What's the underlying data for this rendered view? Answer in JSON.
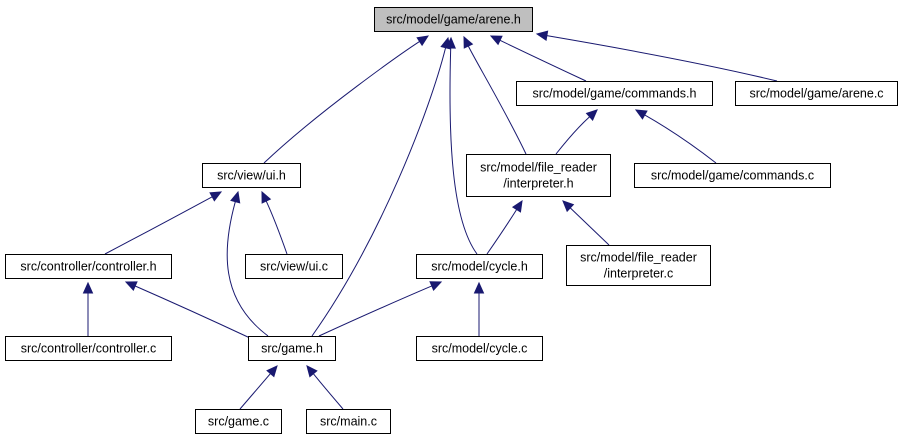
{
  "colors": {
    "edge": "#191970",
    "root_fill": "#bfbfbf",
    "node_fill": "#ffffff",
    "border": "#000000"
  },
  "nodes": [
    {
      "id": "arene_h",
      "lines": [
        "src/model/game/arene.h"
      ],
      "root": true
    },
    {
      "id": "commands_h",
      "lines": [
        "src/model/game/commands.h"
      ]
    },
    {
      "id": "arene_c",
      "lines": [
        "src/model/game/arene.c"
      ]
    },
    {
      "id": "ui_h",
      "lines": [
        "src/view/ui.h"
      ]
    },
    {
      "id": "interpreter_h",
      "lines": [
        "src/model/file_reader",
        "/interpreter.h"
      ]
    },
    {
      "id": "commands_c",
      "lines": [
        "src/model/game/commands.c"
      ]
    },
    {
      "id": "controller_h",
      "lines": [
        "src/controller/controller.h"
      ]
    },
    {
      "id": "ui_c",
      "lines": [
        "src/view/ui.c"
      ]
    },
    {
      "id": "cycle_h",
      "lines": [
        "src/model/cycle.h"
      ]
    },
    {
      "id": "interpreter_c",
      "lines": [
        "src/model/file_reader",
        "/interpreter.c"
      ]
    },
    {
      "id": "controller_c",
      "lines": [
        "src/controller/controller.c"
      ]
    },
    {
      "id": "game_h",
      "lines": [
        "src/game.h"
      ]
    },
    {
      "id": "cycle_c",
      "lines": [
        "src/model/cycle.c"
      ]
    },
    {
      "id": "game_c",
      "lines": [
        "src/game.c"
      ]
    },
    {
      "id": "main_c",
      "lines": [
        "src/main.c"
      ]
    }
  ],
  "edges": [
    {
      "from": "commands_h",
      "to": "arene_h"
    },
    {
      "from": "arene_c",
      "to": "arene_h"
    },
    {
      "from": "ui_h",
      "to": "arene_h"
    },
    {
      "from": "game_h",
      "to": "arene_h"
    },
    {
      "from": "cycle_h",
      "to": "arene_h"
    },
    {
      "from": "interpreter_h",
      "to": "arene_h"
    },
    {
      "from": "interpreter_h",
      "to": "commands_h"
    },
    {
      "from": "commands_c",
      "to": "commands_h"
    },
    {
      "from": "controller_h",
      "to": "ui_h"
    },
    {
      "from": "ui_c",
      "to": "ui_h"
    },
    {
      "from": "game_h",
      "to": "ui_h"
    },
    {
      "from": "cycle_h",
      "to": "interpreter_h"
    },
    {
      "from": "interpreter_c",
      "to": "interpreter_h"
    },
    {
      "from": "controller_c",
      "to": "controller_h"
    },
    {
      "from": "game_h",
      "to": "controller_h"
    },
    {
      "from": "game_h",
      "to": "cycle_h"
    },
    {
      "from": "cycle_c",
      "to": "cycle_h"
    },
    {
      "from": "game_c",
      "to": "game_h"
    },
    {
      "from": "main_c",
      "to": "game_h"
    }
  ]
}
